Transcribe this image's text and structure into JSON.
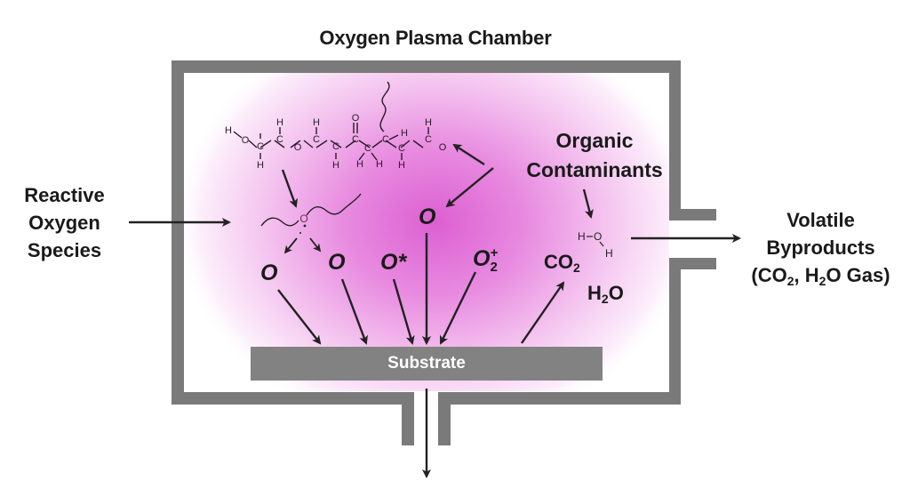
{
  "title": "Oxygen Plasma Chamber",
  "colors": {
    "wall": "#7a7a7a",
    "substrate": "#828282",
    "plasma_center": "#dc5fd2",
    "arrow": "#222222",
    "text": "#1a1a1a"
  },
  "labels": {
    "reactive_species": [
      "Reactive",
      "Oxygen",
      "Species"
    ],
    "organic_contaminants": [
      "Organic",
      "Contaminants"
    ],
    "volatile_byproducts": {
      "line1": "Volatile",
      "line2": "Byproducts",
      "line3_prefix": "(CO",
      "line3_sub1": "2",
      "line3_mid": ", H",
      "line3_sub2": "2",
      "line3_suffix": "O Gas)"
    },
    "substrate": "Substrate"
  },
  "species": [
    {
      "id": "o-left",
      "text": "O"
    },
    {
      "id": "o-mid",
      "text": "O"
    },
    {
      "id": "o-excited",
      "text": "O*"
    },
    {
      "id": "o-center",
      "text": "O"
    },
    {
      "id": "o2-ion",
      "base": "O",
      "sub": "2",
      "sup": "+"
    }
  ],
  "products": {
    "co2": {
      "base": "CO",
      "sub": "2"
    },
    "h2o": {
      "pre": "H",
      "sub": "2",
      "post": "O"
    }
  },
  "molecule": {
    "contaminant_atoms": [
      "H",
      "O",
      "C",
      "H",
      "C",
      "H",
      "O",
      "C",
      "H",
      "C",
      "H",
      "C",
      "O",
      "C",
      "H",
      "H",
      "C",
      "H",
      "C",
      "H",
      "C",
      "H",
      "O"
    ],
    "water": {
      "h1": "H",
      "o": "O",
      "h2": "H"
    },
    "radical": "O"
  }
}
